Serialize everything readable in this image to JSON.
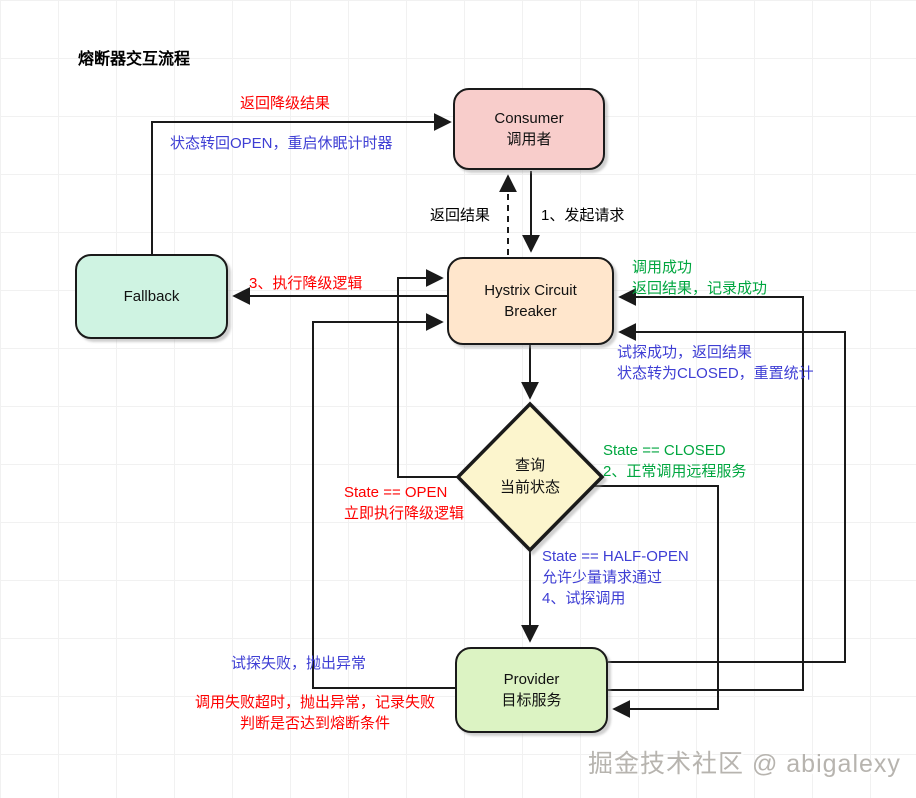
{
  "title": "熔断器交互流程",
  "nodes": {
    "consumer": {
      "label": "Consumer\n调用者",
      "fill": "#f8cdcb"
    },
    "fallback": {
      "label": "Fallback",
      "fill": "#cff3e2"
    },
    "hystrix": {
      "label": "Hystrix Circuit\nBreaker",
      "fill": "#ffe6cc"
    },
    "decision": {
      "label": "查询\n当前状态",
      "fill": "#fcf5cd"
    },
    "provider": {
      "label": "Provider\n目标服务",
      "fill": "#dcf3c3"
    }
  },
  "edge_labels": {
    "return_degraded": "返回降级结果",
    "state_back_open": "状态转回OPEN，重启休眠计时器",
    "return_result": "返回结果",
    "initiate_request": "1、发起请求",
    "invoke_success": "调用成功\n返回结果，记录成功",
    "probe_success": "试探成功，返回结果\n状态转为CLOSED，重置统计",
    "exec_fallback": "3、执行降级逻辑",
    "state_open": "State == OPEN\n立即执行降级逻辑",
    "state_closed": "State == CLOSED\n2、正常调用远程服务",
    "state_half_open": "State == HALF-OPEN\n允许少量请求通过\n4、试探调用",
    "probe_fail": "试探失败，抛出异常",
    "call_fail": "调用失败超时，抛出异常，记录失败\n判断是否达到熔断条件"
  },
  "watermark": "掘金技术社区 @ abigalexy",
  "colors": {
    "edge_red": "#fe0000",
    "edge_blue": "#3e3ed4",
    "edge_green": "#00a63f",
    "line": "#1a1a1a"
  }
}
